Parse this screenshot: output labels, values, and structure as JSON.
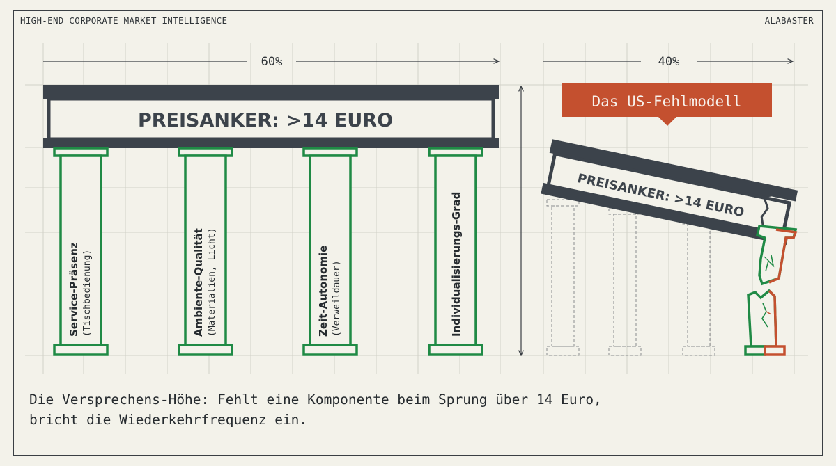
{
  "header": {
    "left_title": "HIGH-END CORPORATE MARKET INTELLIGENCE",
    "right_brand": "ALABASTER"
  },
  "left_section": {
    "width_label": "60%",
    "beam_label": "PREISANKER: >14 EURO",
    "pillars": [
      {
        "title": "Service-Präsenz",
        "subtitle": "(Tischbedienung)"
      },
      {
        "title": "Ambiente-Qualität",
        "subtitle": "(Materialien, Licht)"
      },
      {
        "title": "Zeit-Autonomie",
        "subtitle": "(Verweildauer)"
      },
      {
        "title": "Individualisierungs-Grad",
        "subtitle": ""
      }
    ]
  },
  "right_section": {
    "width_label": "40%",
    "callout_label": "Das US-Fehlmodell",
    "beam_label": "PREISANKER: >14 EURO"
  },
  "caption": {
    "line1": "Die Versprechens-Höhe: Fehlt eine Komponente beim Sprung über 14 Euro,",
    "line2": "bricht die Wiederkehrfrequenz ein."
  },
  "colors": {
    "background": "#f3f2ea",
    "beam": "#3c434b",
    "pillar_green": "#1f8a45",
    "broken_red": "#c4502f",
    "grid": "#d2d1c8"
  }
}
